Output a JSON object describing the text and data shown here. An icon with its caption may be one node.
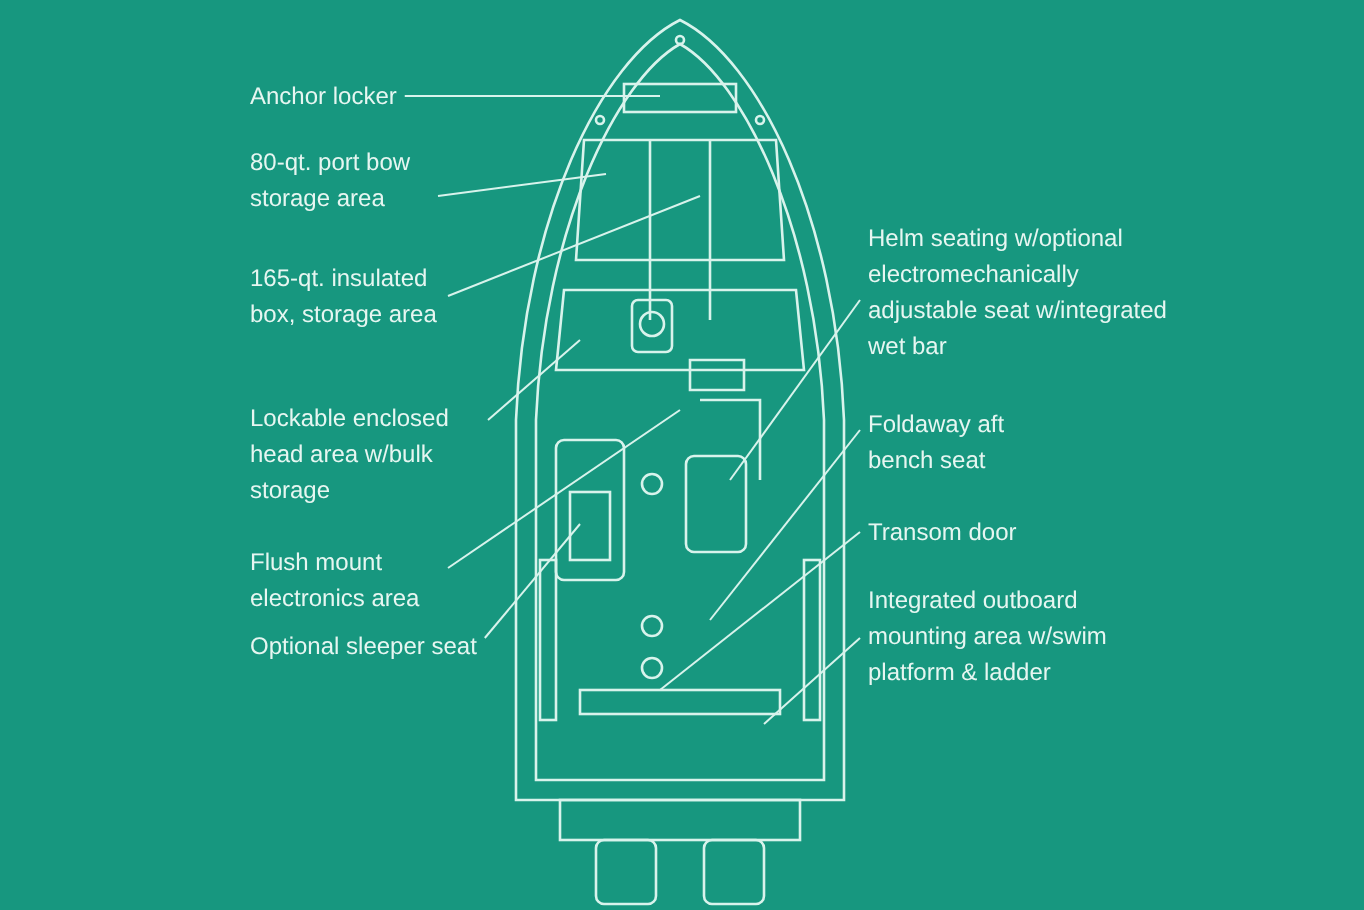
{
  "diagram": {
    "nodes": [
      {
        "text": [
          "Anchor locker"
        ]
      },
      {
        "text": [
          "80-qt. port bow storage area"
        ]
      },
      {
        "text": [
          "165-qt. insulated box, storage area"
        ]
      },
      {
        "text": [
          "Lockable enclosed head area w/bulk storage"
        ]
      },
      {
        "text": [
          "Flush mount electronics area"
        ]
      },
      {
        "text": [
          "Optional sleeper seat"
        ]
      },
      {
        "text": [
          "Helm seating w/optional electromechanically adjustable seat w/integrated wet bar"
        ]
      },
      {
        "text": [
          "Foldaway aft bench seat"
        ]
      },
      {
        "text": [
          "Transom door"
        ]
      },
      {
        "text": [
          "Integrated outboard mounting area w/swim platform & ladder"
        ]
      }
    ],
    "edges": [
      {
        "from": 0,
        "to": null,
        "arrow": "none"
      },
      {
        "from": 1,
        "to": null,
        "arrow": "none"
      },
      {
        "from": 2,
        "to": null,
        "arrow": "none"
      },
      {
        "from": 3,
        "to": null,
        "arrow": "none"
      },
      {
        "from": 4,
        "to": null,
        "arrow": "none"
      },
      {
        "from": 5,
        "to": null,
        "arrow": "none"
      },
      {
        "from": 6,
        "to": null,
        "arrow": "none"
      },
      {
        "from": 7,
        "to": null,
        "arrow": "none"
      },
      {
        "from": 8,
        "to": null,
        "arrow": "none"
      },
      {
        "from": 9,
        "to": null,
        "arrow": "none"
      }
    ]
  }
}
